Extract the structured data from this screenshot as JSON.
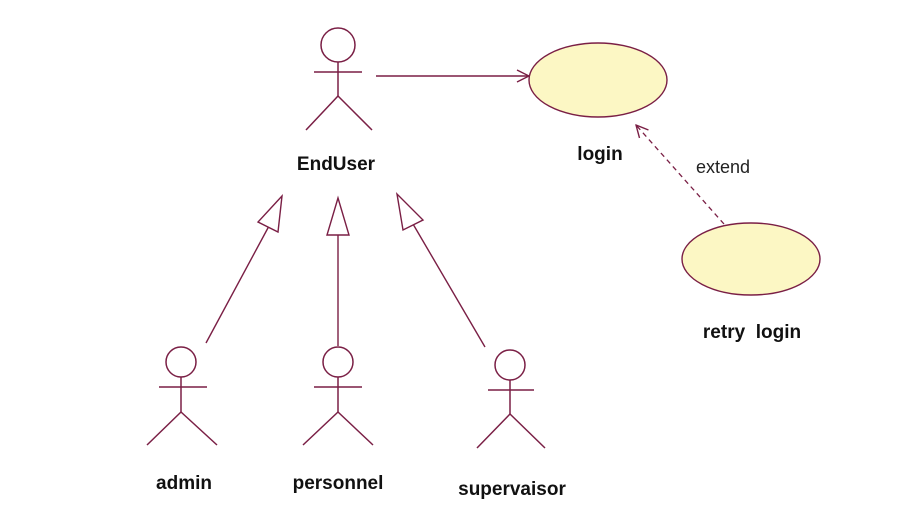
{
  "colors": {
    "line": "#7a1f45",
    "usecase_fill": "#fcf7c4",
    "usecase_stroke": "#7a1f45",
    "text": "#111111"
  },
  "actors": {
    "enduser": {
      "name": "EndUser"
    },
    "admin": {
      "name": "admin"
    },
    "personnel": {
      "name": "personnel"
    },
    "supervaisor": {
      "name": "supervaisor"
    }
  },
  "usecases": {
    "login": {
      "name": "login"
    },
    "retry_login": {
      "name": "retry  login"
    }
  },
  "relations": {
    "extend_label": "extend"
  }
}
